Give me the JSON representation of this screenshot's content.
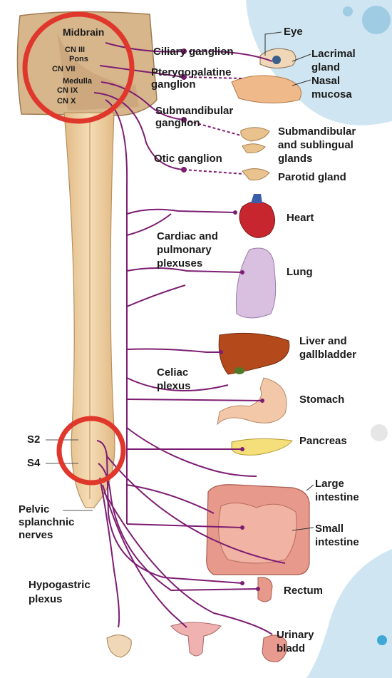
{
  "brainstem_labels": {
    "midbrain": "Midbrain",
    "cn3": "CN III",
    "pons": "Pons",
    "cn7": "CN VII",
    "medulla": "Medulla",
    "cn9": "CN IX",
    "cn10": "CN X"
  },
  "ganglia": {
    "ciliary": "Ciliary ganglion",
    "pterygo_1": "Pterygopalatine",
    "pterygo_2": "ganglion",
    "submand_1": "Submandibular",
    "submand_2": "ganglion",
    "otic": "Otic ganglion"
  },
  "plexuses": {
    "cardiac_1": "Cardiac and",
    "cardiac_2": "pulmonary",
    "cardiac_3": "plexuses",
    "celiac_1": "Celiac",
    "celiac_2": "plexus",
    "hypogastric_1": "Hypogastric",
    "hypogastric_2": "plexus"
  },
  "spinal_labels": {
    "s2": "S2",
    "s4": "S4",
    "pelvic_1": "Pelvic",
    "pelvic_2": "splanchnic",
    "pelvic_3": "nerves"
  },
  "organs": {
    "eye": "Eye",
    "lacrimal_1": "Lacrimal",
    "lacrimal_2": "gland",
    "nasal_1": "Nasal",
    "nasal_2": "mucosa",
    "submand_gl_1": "Submandibular",
    "submand_gl_2": "and sublingual",
    "submand_gl_3": "glands",
    "parotid": "Parotid gland",
    "heart": "Heart",
    "lung": "Lung",
    "liver_1": "Liver and",
    "liver_2": "gallbladder",
    "stomach": "Stomach",
    "pancreas": "Pancreas",
    "large_int_1": "Large",
    "large_int_2": "intestine",
    "small_int_1": "Small",
    "small_int_2": "intestine",
    "rectum": "Rectum",
    "bladder_1": "Urinary",
    "bladder_2": "bladd"
  },
  "colors": {
    "nerve": "#7d1d72",
    "cord": "#ecc99a",
    "highlight_ring": "#e0372c",
    "heart": "#c8262e",
    "lung": "#d9bfe0",
    "liver": "#b4491c",
    "stomach": "#f2c8a8",
    "pancreas": "#f4df7a",
    "intestine": "#e79a8c",
    "corner_blue": "#cfe6f2"
  }
}
